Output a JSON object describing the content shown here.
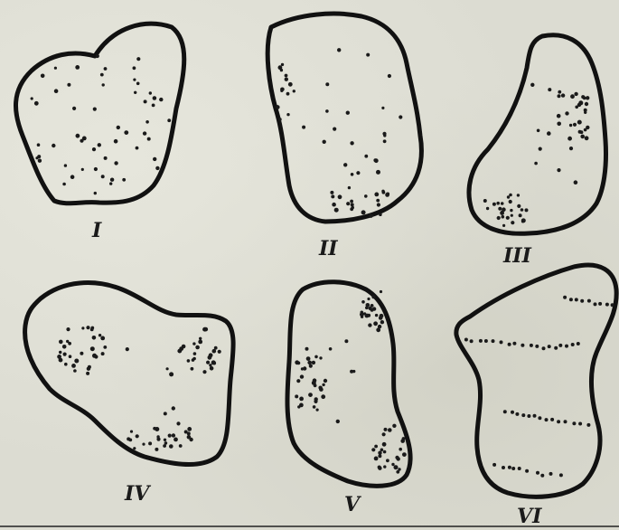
{
  "panels": [
    {
      "id": "p1",
      "label": "I"
    },
    {
      "id": "p2",
      "label": "II"
    },
    {
      "id": "p3",
      "label": "III"
    },
    {
      "id": "p4",
      "label": "IV"
    },
    {
      "id": "p5",
      "label": "V"
    },
    {
      "id": "p6",
      "label": "VI"
    }
  ],
  "colors": {
    "ink": "#111111",
    "paper": "#dcdcd2"
  }
}
